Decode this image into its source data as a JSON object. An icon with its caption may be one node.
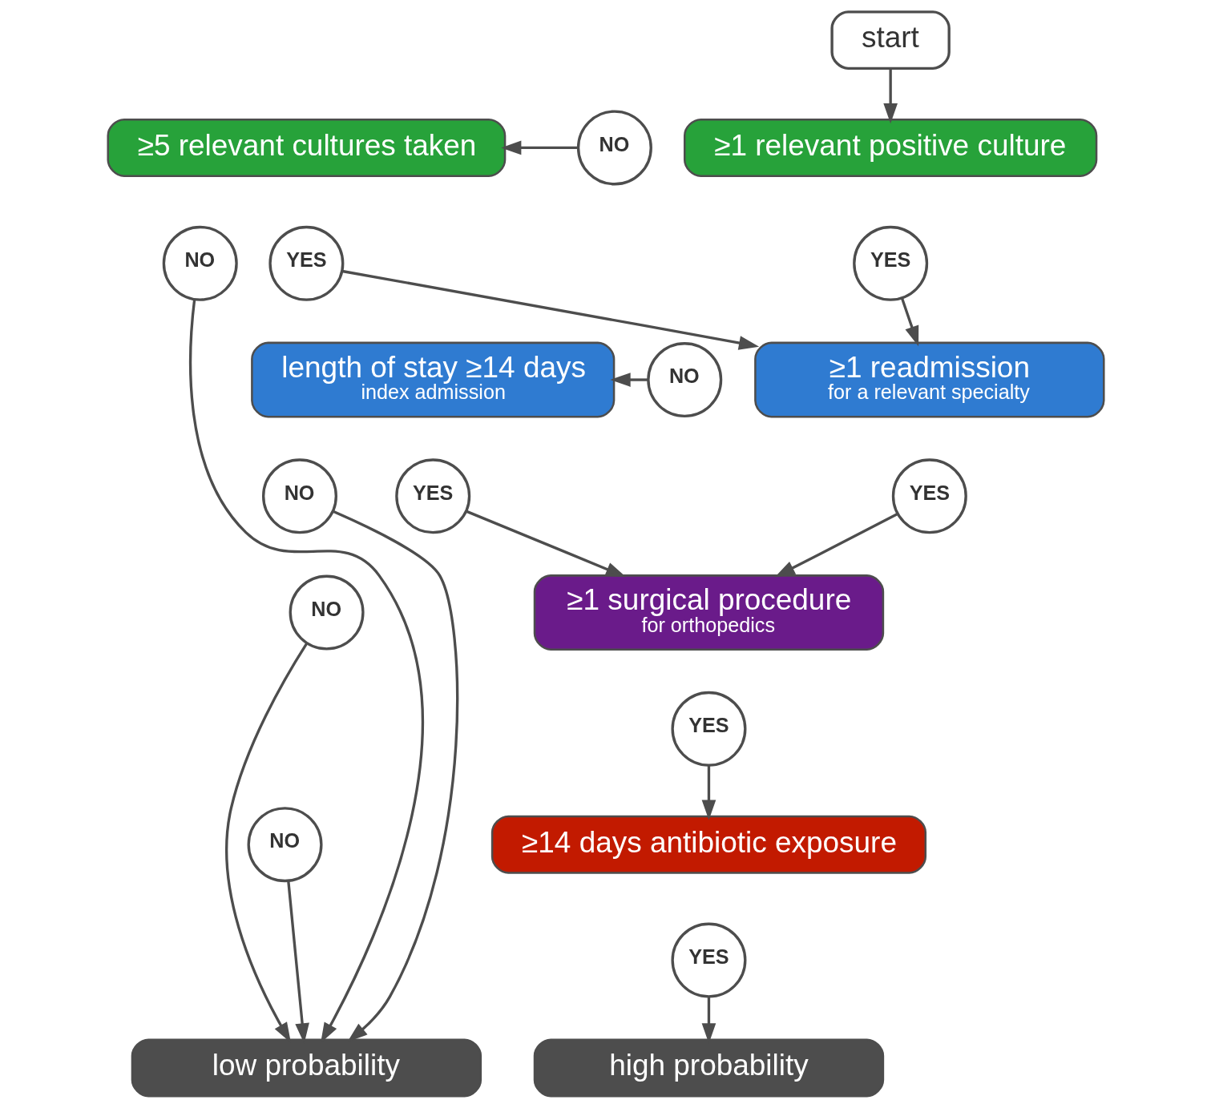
{
  "diagram": {
    "nodes": [
      {
        "text": [
          "start"
        ]
      },
      {
        "text": [
          "≥5 relevant cultures taken"
        ]
      },
      {
        "text": [
          "NO"
        ]
      },
      {
        "text": [
          "≥1 relevant positive culture"
        ]
      },
      {
        "text": [
          "NO"
        ]
      },
      {
        "text": [
          "YES"
        ]
      },
      {
        "text": [
          "YES"
        ]
      },
      {
        "text": [
          "length of stay ≥14 days",
          "index admission"
        ]
      },
      {
        "text": [
          "NO"
        ]
      },
      {
        "text": [
          "≥1 readmission",
          "for a relevant specialty"
        ]
      },
      {
        "text": [
          "NO"
        ]
      },
      {
        "text": [
          "YES"
        ]
      },
      {
        "text": [
          "YES"
        ]
      },
      {
        "text": [
          "NO"
        ]
      },
      {
        "text": [
          "≥1 surgical procedure",
          "for orthopedics"
        ]
      },
      {
        "text": [
          "YES"
        ]
      },
      {
        "text": [
          "NO"
        ]
      },
      {
        "text": [
          "≥14 days antibiotic exposure"
        ]
      },
      {
        "text": [
          "YES"
        ]
      },
      {
        "text": [
          "low probability"
        ]
      },
      {
        "text": [
          "high probability"
        ]
      }
    ],
    "edges": [
      {
        "from": 0,
        "to": 3,
        "arrow": "to"
      },
      {
        "from": 2,
        "to": 1,
        "arrow": "to"
      },
      {
        "from": 5,
        "to": 9,
        "arrow": "to"
      },
      {
        "from": 6,
        "to": 9,
        "arrow": "to"
      },
      {
        "from": 8,
        "to": 7,
        "arrow": "to"
      },
      {
        "from": 11,
        "to": 14,
        "arrow": "to"
      },
      {
        "from": 12,
        "to": 14,
        "arrow": "to"
      },
      {
        "from": 15,
        "to": 17,
        "arrow": "to"
      },
      {
        "from": 18,
        "to": 20,
        "arrow": "to"
      },
      {
        "from": 4,
        "to": 19,
        "arrow": "to"
      },
      {
        "from": 10,
        "to": 19,
        "arrow": "to"
      },
      {
        "from": 13,
        "to": 19,
        "arrow": "to"
      },
      {
        "from": 16,
        "to": 19,
        "arrow": "to"
      }
    ]
  }
}
